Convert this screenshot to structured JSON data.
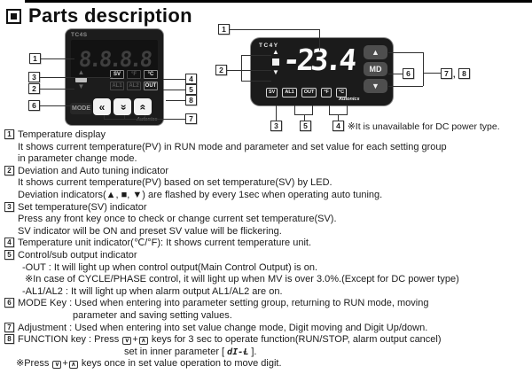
{
  "header": {
    "title": "Parts description"
  },
  "top_note": "※It is unavailable for DC power type.",
  "icons": {
    "up_triangle": "▲",
    "down_triangle": "▼",
    "square": "■",
    "double_chevron": "«",
    "down_key": "∨",
    "up_key": "∧"
  },
  "tc4s": {
    "model": "TC4S",
    "display": "8.8.8.8",
    "mode_key": "MODE",
    "brand": "Autonics",
    "indicator_rows": [
      [
        {
          "label": "SV",
          "lit": true
        },
        {
          "label": "°F",
          "lit": false
        },
        {
          "label": "°C",
          "lit": true
        }
      ],
      [
        {
          "label": "AL1",
          "lit": false
        },
        {
          "label": "AL2",
          "lit": false
        },
        {
          "label": "OUT",
          "lit": true
        }
      ]
    ]
  },
  "tc4y": {
    "model": "TC4Y",
    "display": "-23.4",
    "md_key": "MD",
    "brand": "Autonics",
    "indicators": [
      "SV",
      "AL1",
      "OUT",
      "°F",
      "°C"
    ]
  },
  "callouts": {
    "c1": "1",
    "c2": "2",
    "c3": "3",
    "c4": "4",
    "c5": "5",
    "c6": "6",
    "c7": "7",
    "c8": "8",
    "sep": ","
  },
  "param_display": "dI-Ƚ",
  "items": [
    {
      "num": "1",
      "lines": [
        {
          "t": "Temperature display"
        },
        {
          "t": "It shows current temperature(PV) in RUN mode and parameter and set value for each setting group",
          "pad": 15
        },
        {
          "t": "in parameter change mode.",
          "pad": 15
        }
      ]
    },
    {
      "num": "2",
      "lines": [
        {
          "t": "Deviation and Auto tuning indicator"
        },
        {
          "t": "It shows current temperature(PV) based on set temperature(SV) by LED.",
          "pad": 15
        },
        {
          "t": "Deviation indicators(▲, ■, ▼) are flashed by every 1sec when operating auto tuning.",
          "pad": 15
        }
      ]
    },
    {
      "num": "3",
      "lines": [
        {
          "t": "Set temperature(SV) indicator"
        },
        {
          "t": "Press any front key once to check or change current set temperature(SV).",
          "pad": 15
        },
        {
          "t": "SV indicator will be ON and preset SV value will be flickering.",
          "pad": 15
        }
      ]
    },
    {
      "num": "4",
      "lines": [
        {
          "t": "Temperature unit indicator(℃/°F): It shows current temperature unit."
        }
      ]
    },
    {
      "num": "5",
      "lines": [
        {
          "t": "Control/sub output indicator"
        },
        {
          "t": "-OUT : It will light up when control output(Main Control Output) is on.",
          "pad": 20
        },
        {
          "t": "※In case of CYCLE/PHASE control, it will light up when MV is over 3.0%.(Except for DC power type)",
          "pad": 23
        },
        {
          "t": "-AL1/AL2 : It will light up when alarm output AL1/AL2 are on.",
          "pad": 20
        }
      ]
    },
    {
      "num": "6",
      "lines": [
        {
          "t": "MODE Key : Used when entering into parameter setting group, returning to RUN mode, moving"
        },
        {
          "t": "parameter and saving setting values.",
          "pad": 77
        }
      ]
    },
    {
      "num": "7",
      "lines": [
        {
          "t": "Adjustment : Used when entering into set value change mode, Digit moving and Digit Up/down."
        }
      ]
    },
    {
      "num": "8",
      "lines": [
        {
          "t": "FUNCTION key : Press {d}+{u} keys for 3 sec to operate function(RUN/STOP, alarm output cancel)"
        },
        {
          "t": "set in inner parameter [ {p} ].",
          "pad": 135
        },
        {
          "t": "※Press {d}+{u} keys once in set value operation to move digit.",
          "pad": 13
        }
      ]
    }
  ]
}
